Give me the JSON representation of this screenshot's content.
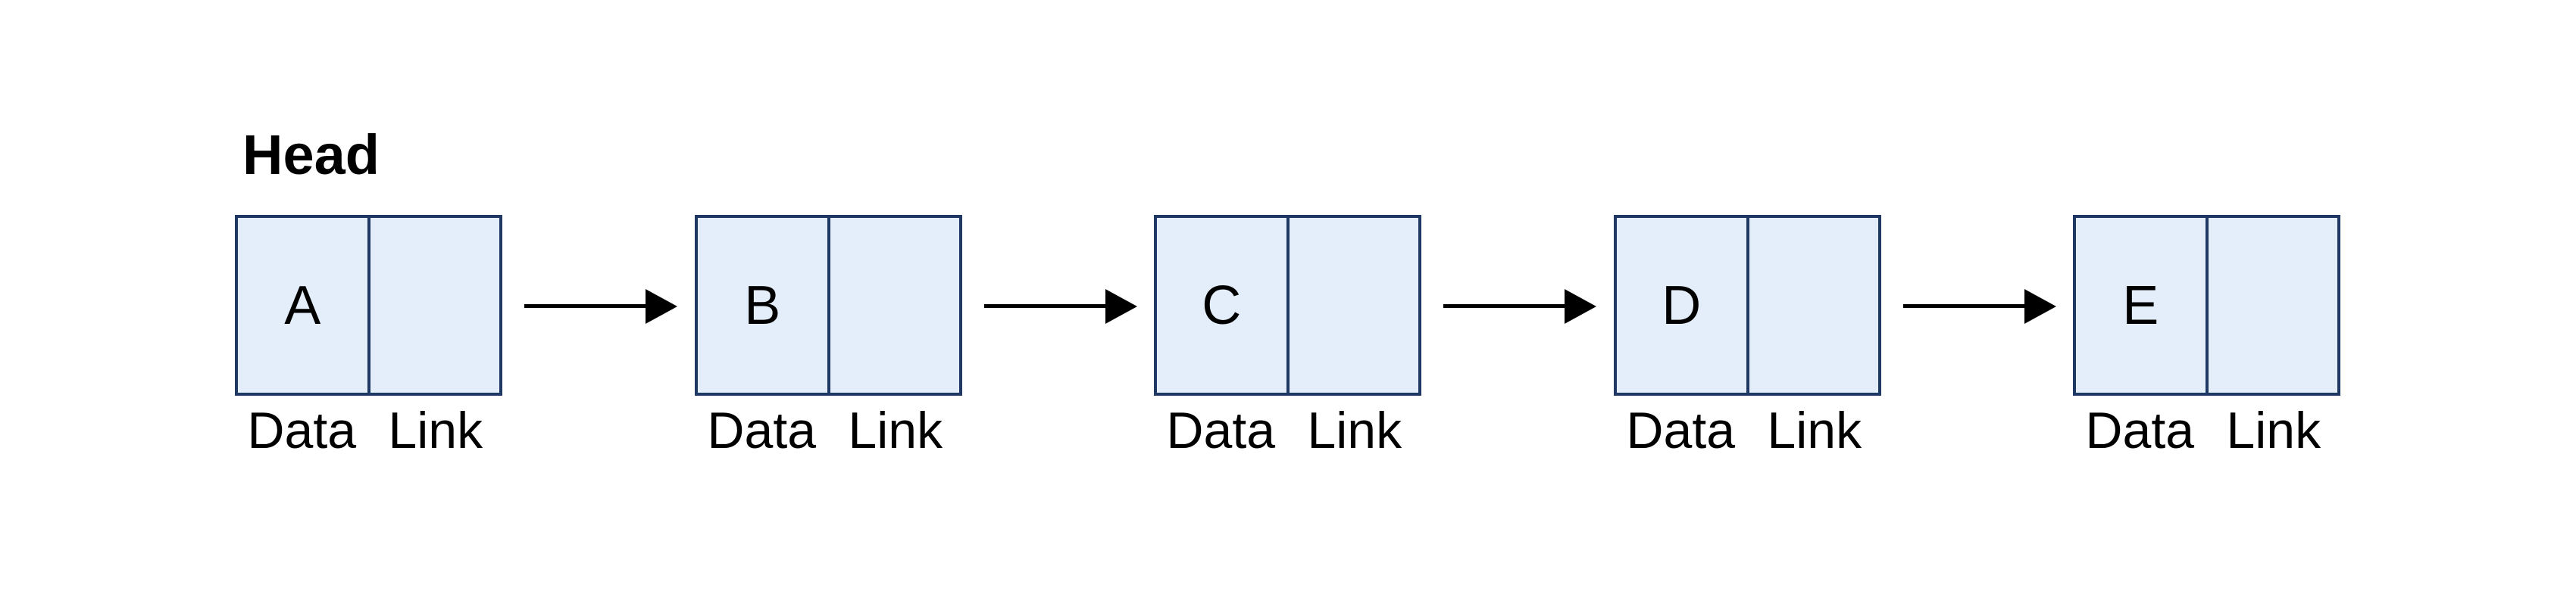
{
  "diagram": {
    "head_label": "Head",
    "structure": "singly-linked-list",
    "nodes": [
      {
        "value": "A"
      },
      {
        "value": "B"
      },
      {
        "value": "C"
      },
      {
        "value": "D"
      },
      {
        "value": "E"
      }
    ],
    "cell_labels": {
      "data": "Data",
      "link": "Link"
    },
    "arrow_count": 4,
    "colors": {
      "background": "#ffffff",
      "node_fill": "#e3eefa",
      "node_border": "#1f3864",
      "text": "#000000",
      "arrow": "#000000"
    }
  }
}
